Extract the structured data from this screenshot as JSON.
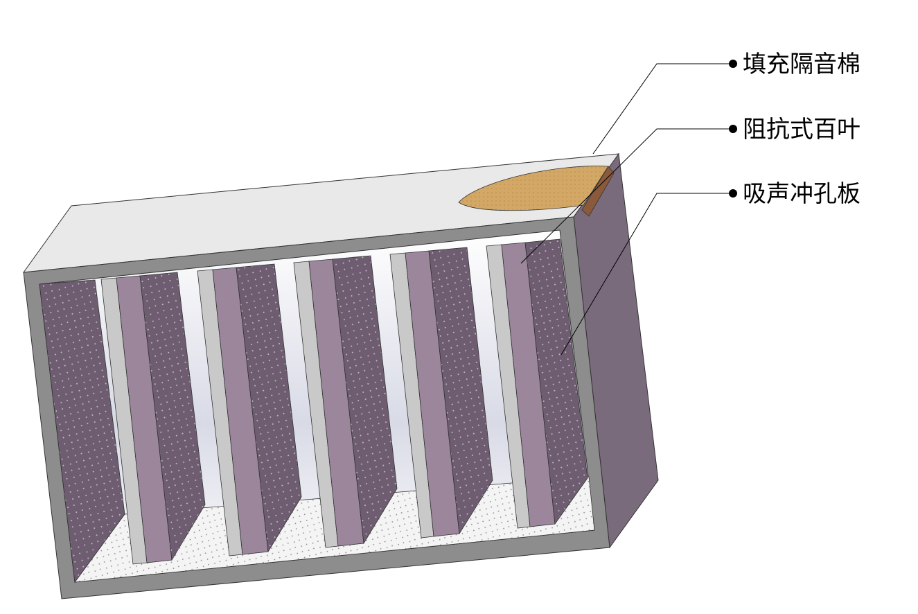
{
  "callouts": [
    {
      "id": "sound-insulation-cotton",
      "label": "填充隔音棉"
    },
    {
      "id": "resistive-louver",
      "label": "阻抗式百叶"
    },
    {
      "id": "perforated-absorber-plate",
      "label": "吸声冲孔板"
    }
  ],
  "colors": {
    "frame_face": "#8c8c8c",
    "frame_top": "#e8e8e8",
    "right_side": "#7a6b7c",
    "panel_purple": "#9a859b",
    "panel_dark": "#6a5a6c",
    "panel_grey": "#c8c8c8",
    "cotton": "#d6ab6a",
    "floor": "#f2f2f2"
  }
}
